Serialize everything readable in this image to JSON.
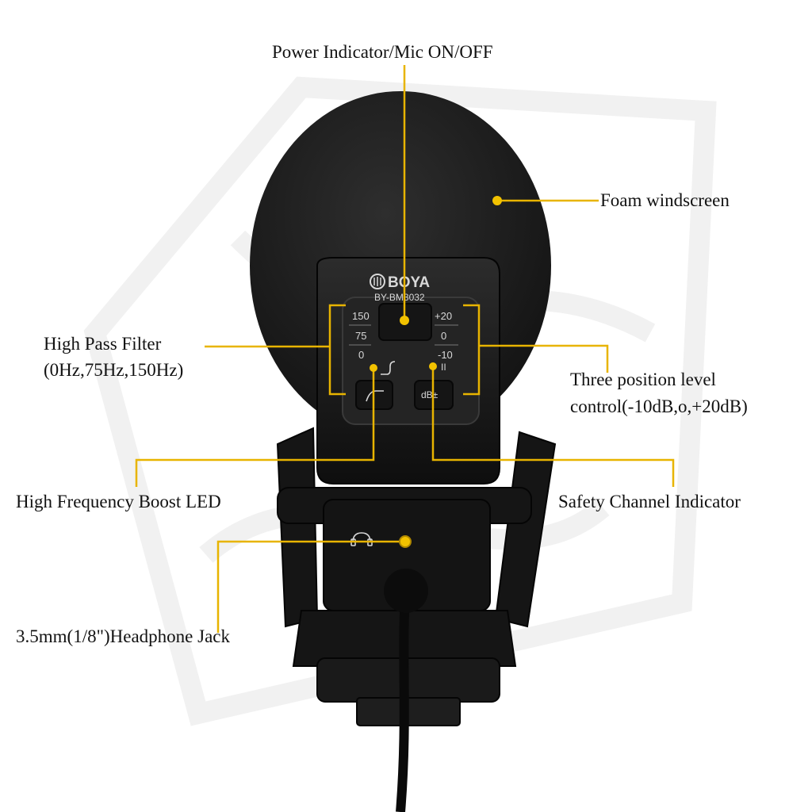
{
  "labels": {
    "power": "Power Indicator/Mic ON/OFF",
    "foam": "Foam windscreen",
    "hpf_line1": "High Pass Filter",
    "hpf_line2": "(0Hz,75Hz,150Hz)",
    "level_line1": "Three position level",
    "level_line2": "control(-10dB,o,+20dB)",
    "hf_boost": "High Frequency Boost LED",
    "safety": "Safety Channel Indicator",
    "headphone": "3.5mm(1/8\")Headphone Jack"
  },
  "device": {
    "brand": "BOYA",
    "model": "BY-BM3032",
    "hpf_settings": [
      "150",
      "75",
      "0"
    ],
    "level_settings": [
      "+20",
      "0",
      "-10"
    ],
    "level_button": "dB±"
  },
  "colors": {
    "callout": "#e8b400",
    "foam": "#1b1b1b",
    "body": "#121212",
    "panel": "#2a2a2a"
  },
  "icons": [
    "boya-logo-icon",
    "headphone-icon",
    "high-pass-filter-icon",
    "high-boost-icon"
  ]
}
